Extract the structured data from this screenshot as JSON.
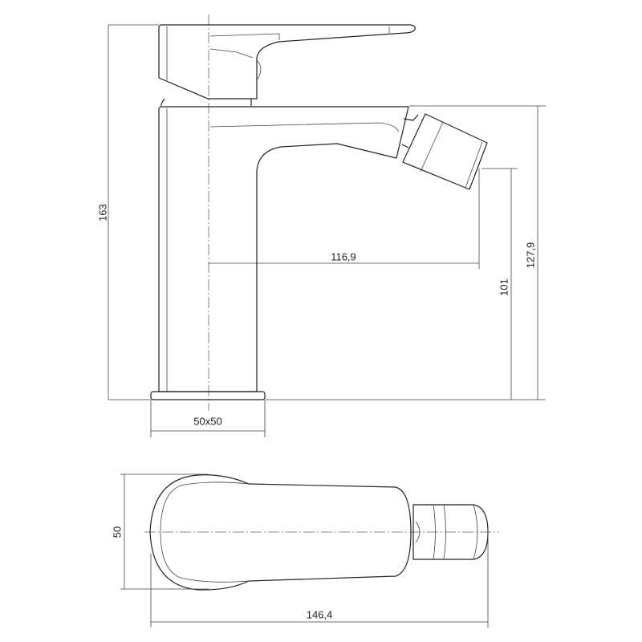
{
  "drawing": {
    "title": "Bidet faucet dimension drawing",
    "side_view": {
      "dimensions": {
        "total_height": "163",
        "spout_reach": "116,9",
        "nozzle_height": "101",
        "spout_height": "127,9",
        "base_size": "50x50"
      }
    },
    "top_view": {
      "dimensions": {
        "width": "50",
        "total_length": "146,4"
      }
    },
    "colors": {
      "line": "#222222",
      "background": "#ffffff"
    }
  }
}
